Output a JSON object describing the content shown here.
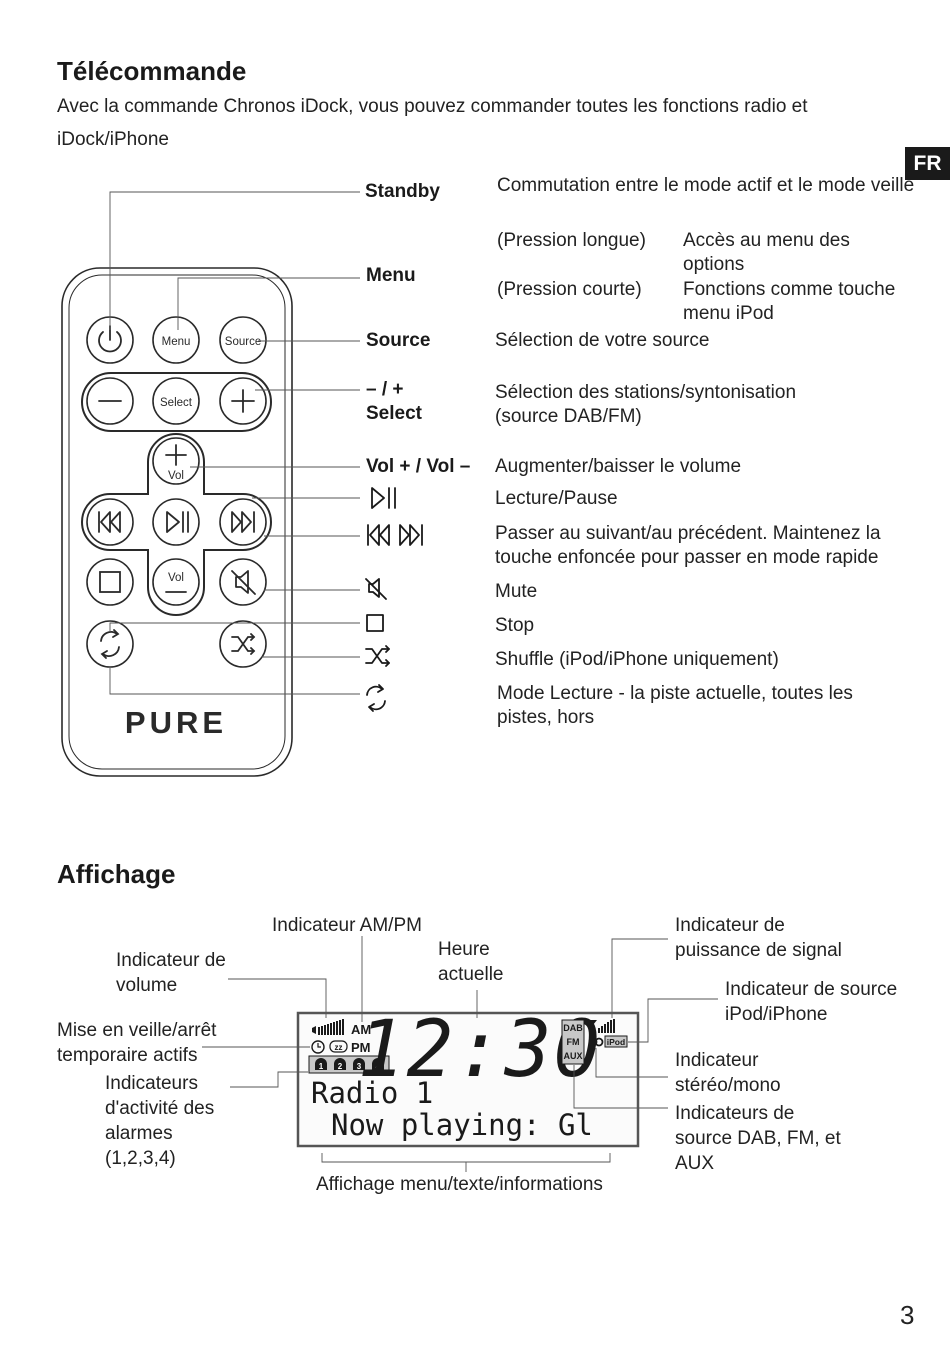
{
  "remote_section": {
    "title": "Télécommande",
    "intro": "Avec la commande Chronos iDock, vous pouvez commander toutes les fonctions radio et iDock/iPhone",
    "lang_tab": "FR",
    "remote_labels": {
      "menu": "Menu",
      "source": "Source",
      "select": "Select",
      "vol": "Vol",
      "brand": "PURE"
    },
    "standby": {
      "label": "Standby",
      "desc": "Commutation entre le mode actif et le mode veille",
      "long_press": "(Pression longue)",
      "long_action": "Accès au menu des options",
      "short_press": "(Pression courte)",
      "short_action": "Fonctions comme touche menu iPod"
    },
    "menu": {
      "label": "Menu"
    },
    "source": {
      "label": "Source",
      "desc": "Sélection de votre source"
    },
    "tune": {
      "label": "– / +",
      "label2": "Select",
      "desc": "Sélection des stations/syntonisation (source DAB/FM)"
    },
    "volume": {
      "label": "Vol + / Vol –",
      "desc": "Augmenter/baisser le volume"
    },
    "play_pause": {
      "icon": "play-pause-icon",
      "desc": "Lecture/Pause"
    },
    "skip": {
      "icon": "skip-icon",
      "desc": "Passer au suivant/au précédent.  Maintenez la touche enfoncée pour passer en mode rapide"
    },
    "mute": {
      "icon": "mute-icon",
      "desc": "Mute"
    },
    "stop": {
      "icon": "stop-icon",
      "desc": "Stop"
    },
    "shuffle": {
      "icon": "shuffle-icon",
      "desc": "Shuffle (iPod/iPhone uniquement)"
    },
    "repeat": {
      "icon": "repeat-icon",
      "desc": "Mode Lecture - la piste actuelle, toutes les pistes, hors"
    }
  },
  "display_section": {
    "title": "Affichage",
    "callouts": {
      "ampm": "Indicateur AM/PM",
      "volume": "Indicateur de volume",
      "time": "Heure actuelle",
      "signal": "Indicateur de puissance de signal",
      "ipod_source": "Indicateur de source iPod/iPhone",
      "sleep": "Mise en veille/arrêt temporaire actifs",
      "alarms": "Indicateurs d'activité des alarmes (1,2,3,4)",
      "stereo": "Indicateur stéréo/mono",
      "sources": "Indicateurs de source DAB, FM, et AUX",
      "menu_text": "Affichage menu/texte/informations"
    },
    "lcd": {
      "am": "AM",
      "pm": "PM",
      "time": "12:30",
      "sources": [
        "DAB",
        "FM",
        "AUX"
      ],
      "ipod": "iPod",
      "alarms": [
        "1",
        "2",
        "3",
        "4"
      ],
      "sleep_badge": "zz",
      "line1": "Radio 1",
      "line2": "Now playing: Gl"
    }
  },
  "page_number": "3"
}
